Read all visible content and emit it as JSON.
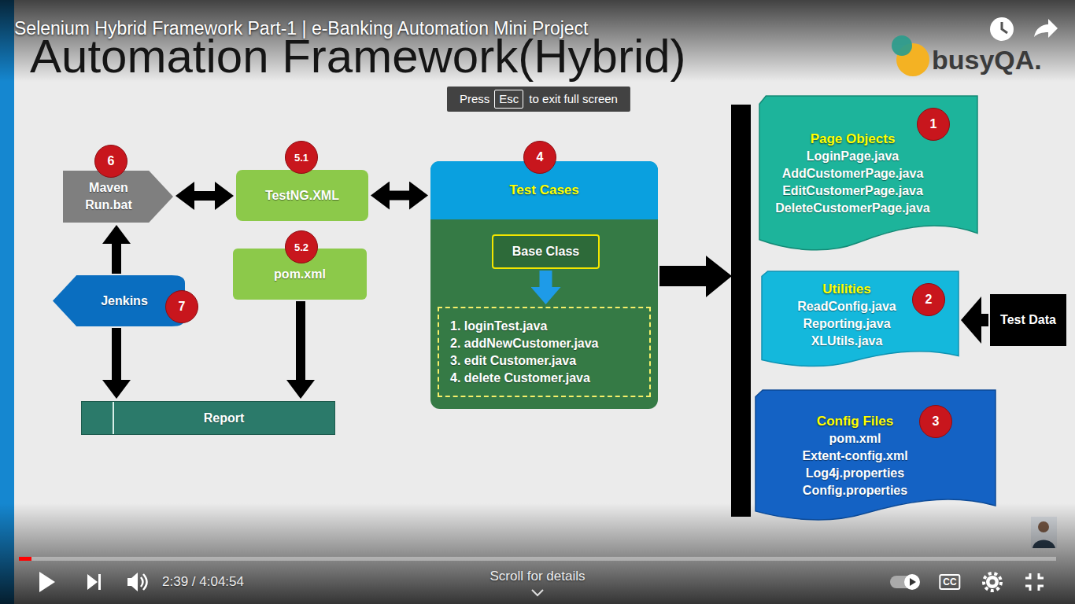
{
  "diagram": {
    "title": "Automation Framework(Hybrid)",
    "nodes": [
      {
        "text": [
          "Maven Run.bat"
        ]
      },
      {
        "text": [
          "TestNG.XML"
        ]
      },
      {
        "text": [
          "Test Cases"
        ]
      },
      {
        "text": [
          "Base Class"
        ],
        "in": 2
      },
      {
        "text": [
          "1. loginTest.java",
          "2. addNewCustomer.java",
          "3. edit Customer.java",
          "4. delete Customer.java"
        ],
        "in": 2
      },
      {
        "text": [
          "pom.xml"
        ]
      },
      {
        "text": [
          "Jenkins"
        ]
      },
      {
        "text": [
          "Report"
        ]
      },
      {
        "text": [
          "Page Objects",
          "LoginPage.java",
          "AddCustomerPage.java",
          "EditCustomerPage.java",
          "DeleteCustomerPage.java"
        ]
      },
      {
        "text": [
          "Utilities",
          "ReadConfig.java",
          "Reporting.java",
          "XLUtils.java"
        ]
      },
      {
        "text": [
          "Config Files",
          "pom.xml",
          "Extent-config.xml",
          "Log4j.properties",
          "Config.properties"
        ]
      },
      {
        "text": [
          "Test Data"
        ]
      }
    ],
    "edges": [
      {
        "from": 0,
        "to": 1,
        "arrow": "both"
      },
      {
        "from": 1,
        "to": 2,
        "arrow": "both"
      },
      {
        "from": 6,
        "to": 0,
        "arrow": "to"
      },
      {
        "from": 6,
        "to": 7,
        "arrow": "to"
      },
      {
        "from": 5,
        "to": 7,
        "arrow": "to"
      },
      {
        "from": 3,
        "to": 4,
        "arrow": "to"
      },
      {
        "from": 11,
        "to": 9,
        "arrow": "to"
      }
    ],
    "labels": [
      "Selenium Hybrid Framework Part-1 | e-Banking Automation Mini Project",
      "Press",
      "Esc",
      "to exit full screen",
      "busyQA.",
      "6",
      "5.1",
      "4",
      "1",
      "5.2",
      "2",
      "7",
      "3",
      "2:39 / 4:04:54",
      "Scroll for details",
      "CC"
    ]
  }
}
